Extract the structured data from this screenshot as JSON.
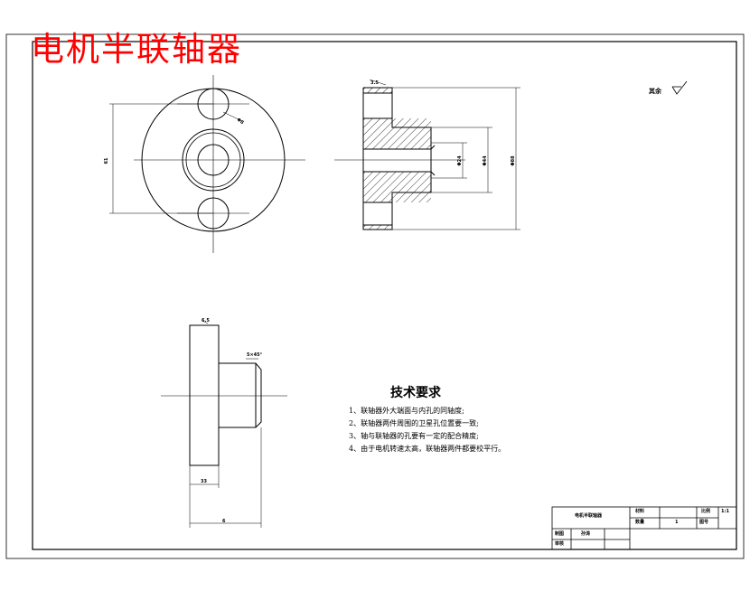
{
  "title": "电机半联轴器",
  "colors": {
    "line": "#000000",
    "watermark": "#ff0000",
    "center_line": "#000000"
  },
  "tech_requirements": {
    "heading": "技术要求",
    "items": [
      "1、联轴器外大端面与内孔的同轴度;",
      "2、联轴器两件周围的卫星孔位置要一致;",
      "3、轴与联轴器的孔要有一定的配合精度;",
      "4、由于电机转速太高，联轴器两件都要校平行。"
    ]
  },
  "roughness_note": "其余",
  "dimensions": {
    "front_height": "61",
    "hole_dia": "Φ8",
    "side_top": "3.5",
    "bore_inner": "Φ24",
    "bore_outer": "Φ44",
    "outer_dia": "Φ88",
    "bottom_flange_top": "6.5",
    "chamfer": "5×45°",
    "width_small": "33",
    "width_total": "6"
  },
  "title_block": {
    "part_name": "电机半联轴器",
    "material_label": "材料",
    "scale_label": "比例",
    "scale_value": "1:1",
    "quantity_label": "数量",
    "quantity_value": "1",
    "drawing_no_label": "图号",
    "designer_label": "制图",
    "designer_value": "孙涛",
    "reviewer_label": "审核"
  }
}
